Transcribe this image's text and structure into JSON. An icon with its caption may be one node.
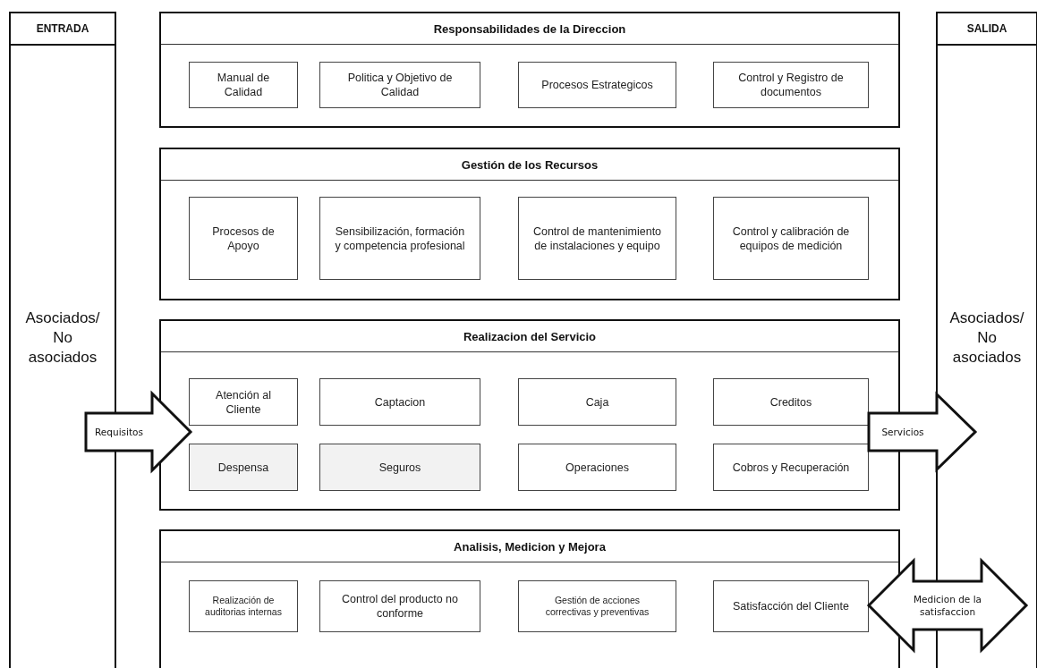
{
  "diagram": {
    "nodes": [
      {
        "text": [
          "ENTRADA",
          "Asociados/ No asociados"
        ]
      },
      {
        "text": [
          "Responsabilidades de la Direccion"
        ]
      },
      {
        "text": [
          "Manual de Calidad"
        ],
        "in": 1
      },
      {
        "text": [
          "Politica y Objetivo de Calidad"
        ],
        "in": 1
      },
      {
        "text": [
          "Procesos Estrategicos"
        ],
        "in": 1
      },
      {
        "text": [
          "Control y Registro de documentos"
        ],
        "in": 1
      },
      {
        "text": [
          "Gestión de los Recursos"
        ]
      },
      {
        "text": [
          "Procesos de Apoyo"
        ],
        "in": 6
      },
      {
        "text": [
          "Sensibilización, formación y competencia profesional"
        ],
        "in": 6
      },
      {
        "text": [
          "Control de mantenimiento de instalaciones y equipo"
        ],
        "in": 6
      },
      {
        "text": [
          "Control y calibración de equipos de medición"
        ],
        "in": 6
      },
      {
        "text": [
          "Realizacion del Servicio"
        ]
      },
      {
        "text": [
          "Atención al Cliente"
        ],
        "in": 11
      },
      {
        "text": [
          "Captacion"
        ],
        "in": 11
      },
      {
        "text": [
          "Caja"
        ],
        "in": 11
      },
      {
        "text": [
          "Creditos"
        ],
        "in": 11
      },
      {
        "text": [
          "Despensa"
        ],
        "in": 11
      },
      {
        "text": [
          "Seguros"
        ],
        "in": 11
      },
      {
        "text": [
          "Operaciones"
        ],
        "in": 11
      },
      {
        "text": [
          "Cobros y Recuperación"
        ],
        "in": 11
      },
      {
        "text": [
          "Analisis, Medicion y Mejora"
        ]
      },
      {
        "text": [
          "Realización de auditorias internas"
        ],
        "in": 20
      },
      {
        "text": [
          "Control del producto no conforme"
        ],
        "in": 20
      },
      {
        "text": [
          "Gestión de acciones correctivas y preventivas"
        ],
        "in": 20
      },
      {
        "text": [
          "Satisfacción del Cliente"
        ],
        "in": 20
      },
      {
        "text": [
          "SALIDA",
          "Asociados/ No asociados"
        ]
      }
    ],
    "edges": [
      {
        "from": 0,
        "to": 11,
        "arrow": "to",
        "label": "Requisitos"
      },
      {
        "from": 11,
        "to": 25,
        "arrow": "to",
        "label": "Servicios"
      },
      {
        "from": 24,
        "to": 25,
        "arrow": "both",
        "label": "Medicion de la satisfaccion"
      }
    ]
  }
}
